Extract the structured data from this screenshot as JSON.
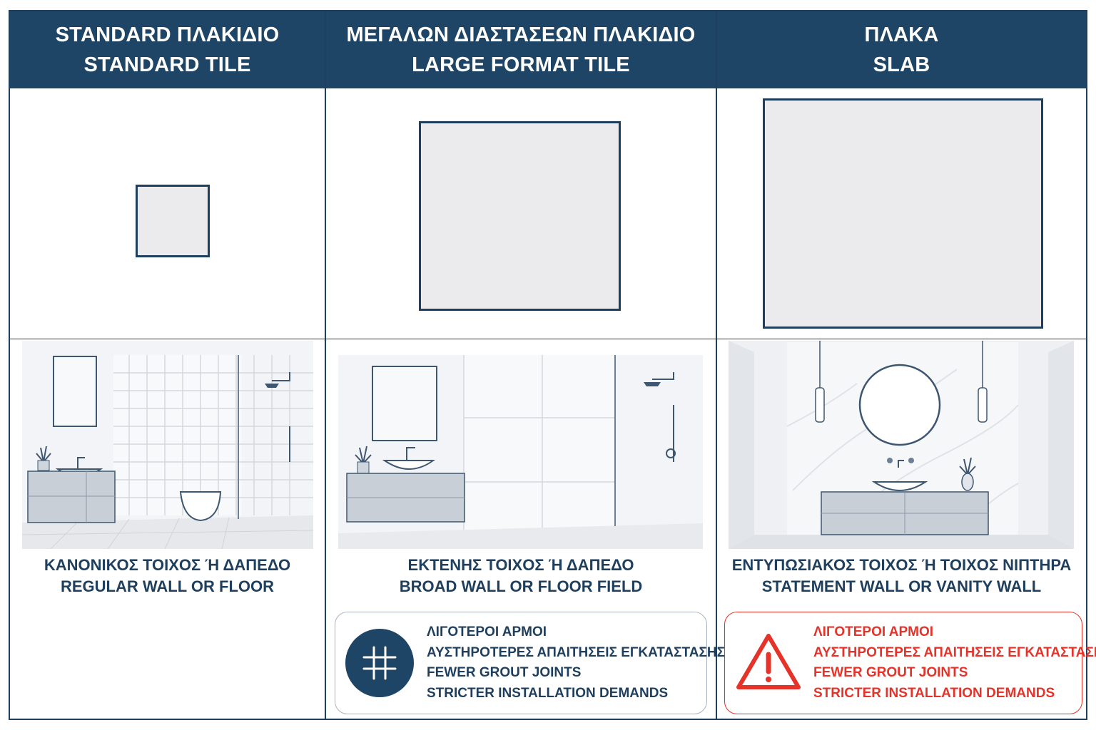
{
  "columns": [
    {
      "title_el": "STANDARD ΠΛΑΚΙΔΙΟ",
      "title_en": "STANDARD TILE",
      "caption_el": "ΚΑΝΟΝΙΚΟΣ ΤΟΙΧΟΣ Ή ΔΑΠΕΔΟ",
      "caption_en": "REGULAR WALL OR FLOOR"
    },
    {
      "title_el": "ΜΕΓΑΛΩΝ ΔΙΑΣΤΑΣΕΩΝ ΠΛΑΚΙΔΙΟ",
      "title_en": "LARGE FORMAT TILE",
      "caption_el": "ΕΚΤΕΝΗΣ ΤΟΙΧΟΣ Ή ΔΑΠΕΔΟ",
      "caption_en": "BROAD WALL OR FLOOR FIELD",
      "note": {
        "icon": "grid-icon",
        "lines": [
          "ΛΙΓΟΤΕΡΟΙ ΑΡΜΟΙ",
          "ΑΥΣΤΗΡΟΤΕΡΕΣ ΑΠΑΙΤΗΣΕΙΣ ΕΓΚΑΤΑΣΤΑΣΗΣ",
          "FEWER GROUT JOINTS",
          "STRICTER INSTALLATION DEMANDS"
        ]
      }
    },
    {
      "title_el": "ΠΛΑΚΑ",
      "title_en": "SLAB",
      "caption_el": "ΕΝΤΥΠΩΣΙΑΚΟΣ ΤΟΙΧΟΣ Ή ΤΟΙΧΟΣ ΝΙΠΤΗΡΑ",
      "caption_en": "STATEMENT WALL OR VANITY WALL",
      "note": {
        "icon": "warning-icon",
        "lines": [
          "ΛΙΓΟΤΕΡΟΙ ΑΡΜΟΙ",
          "ΑΥΣΤΗΡΟΤΕΡΕΣ ΑΠΑΙΤΗΣΕΙΣ ΕΓΚΑΤΑΣΤΑΣΗΣ",
          "FEWER GROUT JOINTS",
          "STRICTER INSTALLATION DEMANDS"
        ]
      }
    }
  ],
  "colors": {
    "navy": "#1e4566",
    "tile_fill": "#ebebee",
    "warning_red": "#e5332a"
  }
}
